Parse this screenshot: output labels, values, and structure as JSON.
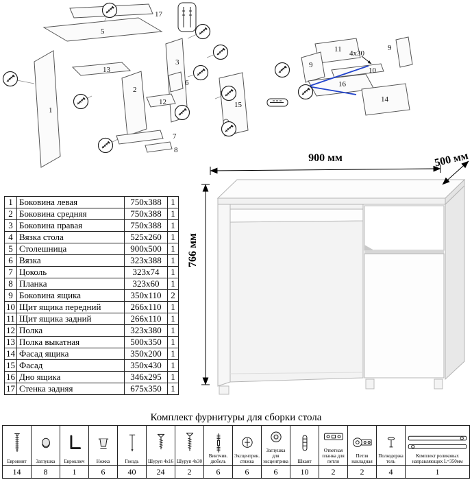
{
  "diagrams": {
    "left": {
      "labels": {
        "p17": "17",
        "p5": "5",
        "p13": "13",
        "p1": "1",
        "p2": "2",
        "p3": "3",
        "p6": "6",
        "p12": "12",
        "p7": "7",
        "p8": "8",
        "p15": "15"
      }
    },
    "right": {
      "labels": {
        "p9a": "9",
        "p11": "11",
        "p9b": "9",
        "p10": "10",
        "p16": "16",
        "p14": "14",
        "note": "4х30"
      }
    }
  },
  "desk": {
    "width_label": "900 мм",
    "depth_label": "500 мм",
    "height_label": "766 мм"
  },
  "parts": {
    "rows": [
      {
        "num": "1",
        "name": "Боковина левая",
        "size": "750x388",
        "qty": "1"
      },
      {
        "num": "2",
        "name": "Боковина средняя",
        "size": "750x388",
        "qty": "1"
      },
      {
        "num": "3",
        "name": "Боковина правая",
        "size": "750x388",
        "qty": "1"
      },
      {
        "num": "4",
        "name": "Вязка стола",
        "size": "525x260",
        "qty": "1"
      },
      {
        "num": "5",
        "name": "Столешница",
        "size": "900x500",
        "qty": "1"
      },
      {
        "num": "6",
        "name": "Вязка",
        "size": "323x388",
        "qty": "1"
      },
      {
        "num": "7",
        "name": "Цоколь",
        "size": "323x74",
        "qty": "1"
      },
      {
        "num": "8",
        "name": "Планка",
        "size": "323x60",
        "qty": "1"
      },
      {
        "num": "9",
        "name": "Боковина ящика",
        "size": "350x110",
        "qty": "2"
      },
      {
        "num": "10",
        "name": "Щит ящика передний",
        "size": "266x110",
        "qty": "1"
      },
      {
        "num": "11",
        "name": "Щит ящика задний",
        "size": "266x110",
        "qty": "1"
      },
      {
        "num": "12",
        "name": "Полка",
        "size": "323x380",
        "qty": "1"
      },
      {
        "num": "13",
        "name": "Полка выкатная",
        "size": "500x350",
        "qty": "1"
      },
      {
        "num": "14",
        "name": "Фасад ящика",
        "size": "350x200",
        "qty": "1"
      },
      {
        "num": "15",
        "name": "Фасад",
        "size": "350x430",
        "qty": "1"
      },
      {
        "num": "16",
        "name": "Дно ящика",
        "size": "346x295",
        "qty": "1"
      },
      {
        "num": "17",
        "name": "Стенка задняя",
        "size": "675x350",
        "qty": "1"
      }
    ]
  },
  "hardware": {
    "title": "Комплект фурнитуры для сборки стола",
    "items": [
      {
        "icon": "euroscrew-icon",
        "label": "Евровинт",
        "qty": "14"
      },
      {
        "icon": "cap-icon",
        "label": "Заглушка",
        "qty": "8"
      },
      {
        "icon": "hexkey-icon",
        "label": "Евроключ",
        "qty": "1"
      },
      {
        "icon": "leg-icon",
        "label": "Ножка",
        "qty": "6"
      },
      {
        "icon": "nail-icon",
        "label": "Гвоздь",
        "qty": "40"
      },
      {
        "icon": "screw-icon",
        "label": "Шуруп 4x16",
        "qty": "24"
      },
      {
        "icon": "screw-icon",
        "label": "Шуруп 4x30",
        "qty": "2"
      },
      {
        "icon": "dowel-screw-icon",
        "label": "Винтчив. дюбель",
        "qty": "6"
      },
      {
        "icon": "cam-lock-icon",
        "label": "Эксцентрик. стяжка",
        "qty": "6"
      },
      {
        "icon": "cam-cap-icon",
        "label": "Заглушка для эксцентрика",
        "qty": "6"
      },
      {
        "icon": "wood-dowel-icon",
        "label": "Шкант",
        "qty": "10"
      },
      {
        "icon": "hinge-plate-icon",
        "label": "Ответная планка для петли",
        "qty": "2"
      },
      {
        "icon": "hinge-icon",
        "label": "Петля накладная",
        "qty": "2"
      },
      {
        "icon": "shelf-support-icon",
        "label": "Полкодержатель",
        "qty": "4"
      },
      {
        "icon": "roller-guides-icon",
        "label": "Комплект роликовых направляющих L=350мм",
        "qty": "1"
      }
    ]
  }
}
